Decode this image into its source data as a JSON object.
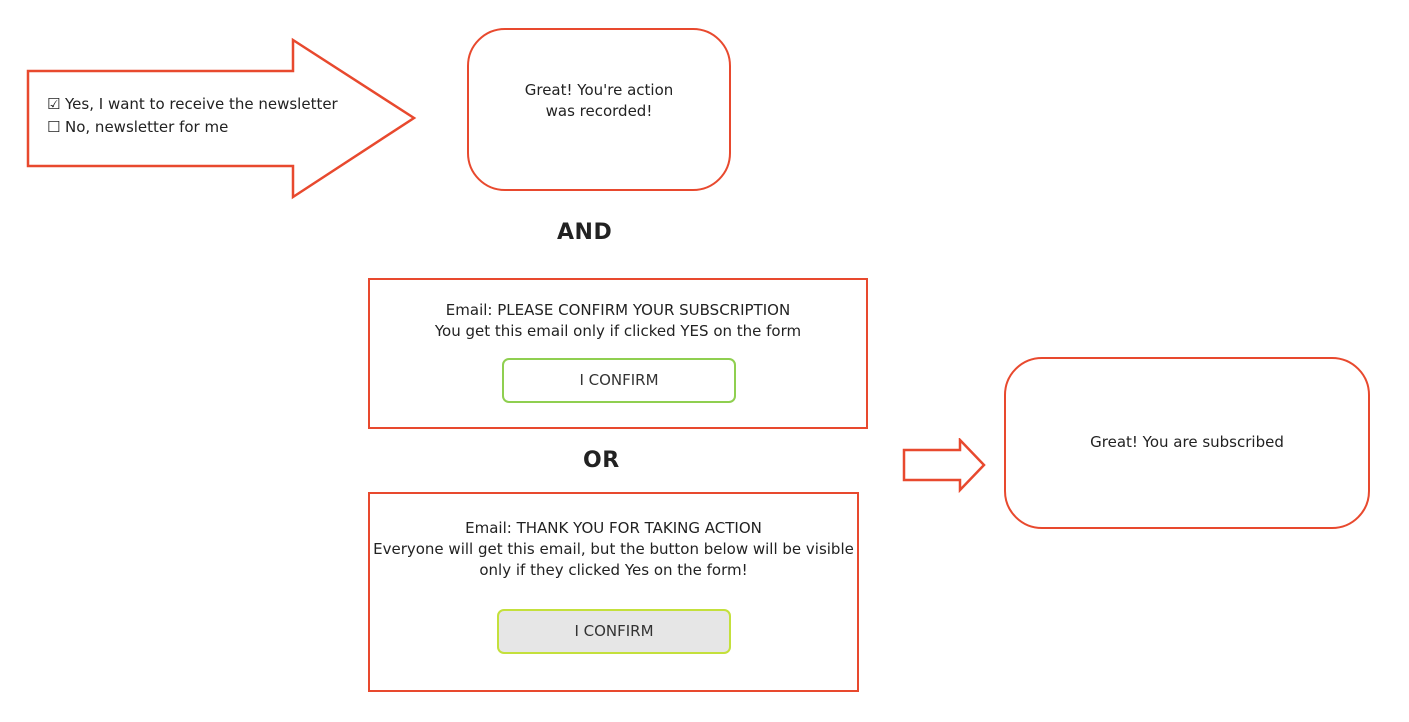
{
  "newsletter_form": {
    "option_yes": {
      "checkbox": "☑",
      "label": "Yes, I want to receive the newsletter"
    },
    "option_no": {
      "checkbox": "☐",
      "label": "No, newsletter for me"
    }
  },
  "recorded_message": "Great! You're action was recorded!",
  "connectors": {
    "and": "AND",
    "or": "OR"
  },
  "email_confirm": {
    "line1": "Email: PLEASE CONFIRM YOUR SUBSCRIPTION",
    "line2": "You get this email only if clicked YES on the form",
    "button_label": "I CONFIRM"
  },
  "email_thanks": {
    "line1": "Email: THANK YOU FOR TAKING ACTION",
    "line2": "Everyone will get this email, but the button below will be visible",
    "line3": "only if they clicked Yes on the form!",
    "button_label": "I CONFIRM"
  },
  "subscribed_message": "Great! You are subscribed",
  "colors": {
    "outline": "#e8492e",
    "button_border_1": "#8fcf50",
    "button_border_2": "#c4e03c",
    "button_fill_2": "#e6e6e6"
  },
  "icons": [
    "big-right-arrow-icon",
    "small-right-arrow-icon"
  ]
}
